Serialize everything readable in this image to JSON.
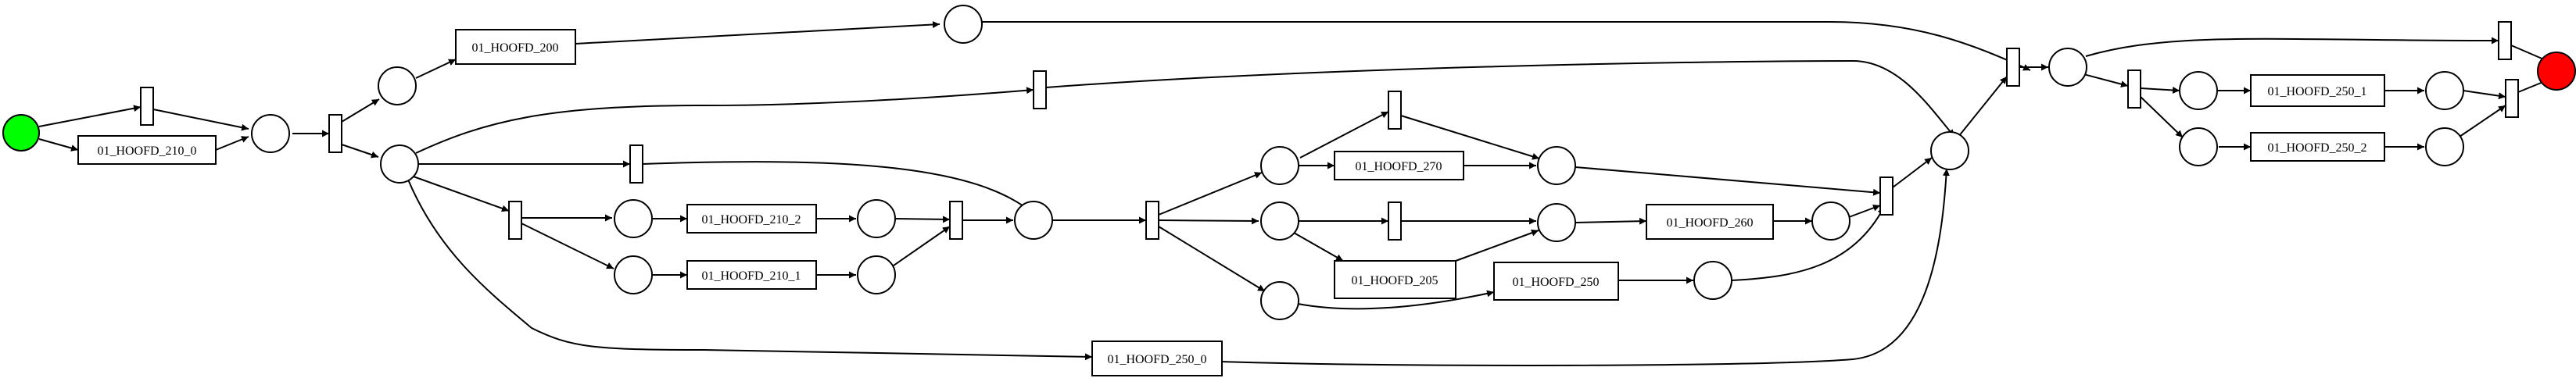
{
  "colors": {
    "source": "#00ff00",
    "sink": "#ff0000",
    "line": "#000000",
    "fill": "#ffffff"
  },
  "tasks": {
    "t210_0": "01_HOOFD_210_0",
    "t200": "01_HOOFD_200",
    "t210_2": "01_HOOFD_210_2",
    "t210_1": "01_HOOFD_210_1",
    "t270": "01_HOOFD_270",
    "t205": "01_HOOFD_205",
    "t250": "01_HOOFD_250",
    "t260": "01_HOOFD_260",
    "t250_0": "01_HOOFD_250_0",
    "t250_1": "01_HOOFD_250_1",
    "t250_2": "01_HOOFD_250_2"
  }
}
